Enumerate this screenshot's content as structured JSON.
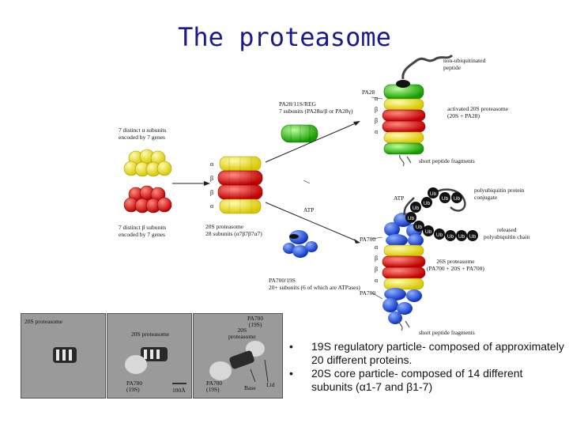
{
  "title": "The proteasome",
  "labels": {
    "alpha_subunits": "7 distinct α subunits\nencoded by 7 genes",
    "beta_subunits": "7 distinct β subunits\nencoded by 7 genes",
    "pa28_reg": "PA28/11S/REG\n7 subunits (PA28α/β or PA28γ)",
    "pa28": "PA28",
    "activated_20s": "activated 20S proteasome\n(20S + PA28)",
    "non_ubiquitinated": "non-ubiquitinated\npeptide",
    "short_fragments_top": "short peptide fragments",
    "atp_center": "ATP",
    "atp_right": "ATP",
    "proteasome_20s": "20S proteasome\n28 subunits (α7β7β7α7)",
    "pa700_19s": "PA700/19S\n20+ subunits (6 of which are ATPases)",
    "polyubiquitin_conjugate": "polyubiquitin protein\nconjugate",
    "released_chain": "released\npolyubiquitin chain",
    "pa700_top": "PA700",
    "pa700_bottom": "PA700",
    "proteasome_26s": "26S proteasome\n(PA700 + 20S + PA700)",
    "short_fragments_bottom": "short peptide fragments",
    "ub": "Ub"
  },
  "greek": {
    "alpha": "α",
    "beta": "β"
  },
  "em_panels": {
    "panel1_title": "20S proteasome",
    "panel2_title": "20S proteasome",
    "panel2_pa700": "PA700\n(19S)",
    "panel2_scale": "100Å",
    "panel3_pa700_top": "PA700\n(19S)",
    "panel3_20s": "20S\nproteasome",
    "panel3_pa700_bottom": "PA700\n(19S)",
    "panel3_base": "Base",
    "panel3_lid": "Lid"
  },
  "bullets": [
    {
      "marker": "•",
      "text": "19S regulatory particle- composed of approximately 20 different proteins."
    },
    {
      "marker": "•",
      "text": "20S core particle- composed of 14 different subunits (α1-7 and β1-7)"
    }
  ],
  "colors": {
    "title": "#1a1a8c",
    "alpha_ring": "#f2e600",
    "beta_ring": "#e01010",
    "pa28": "#22cc11",
    "pa700": "#1f4fe0",
    "ubiquitin": "#111111"
  }
}
